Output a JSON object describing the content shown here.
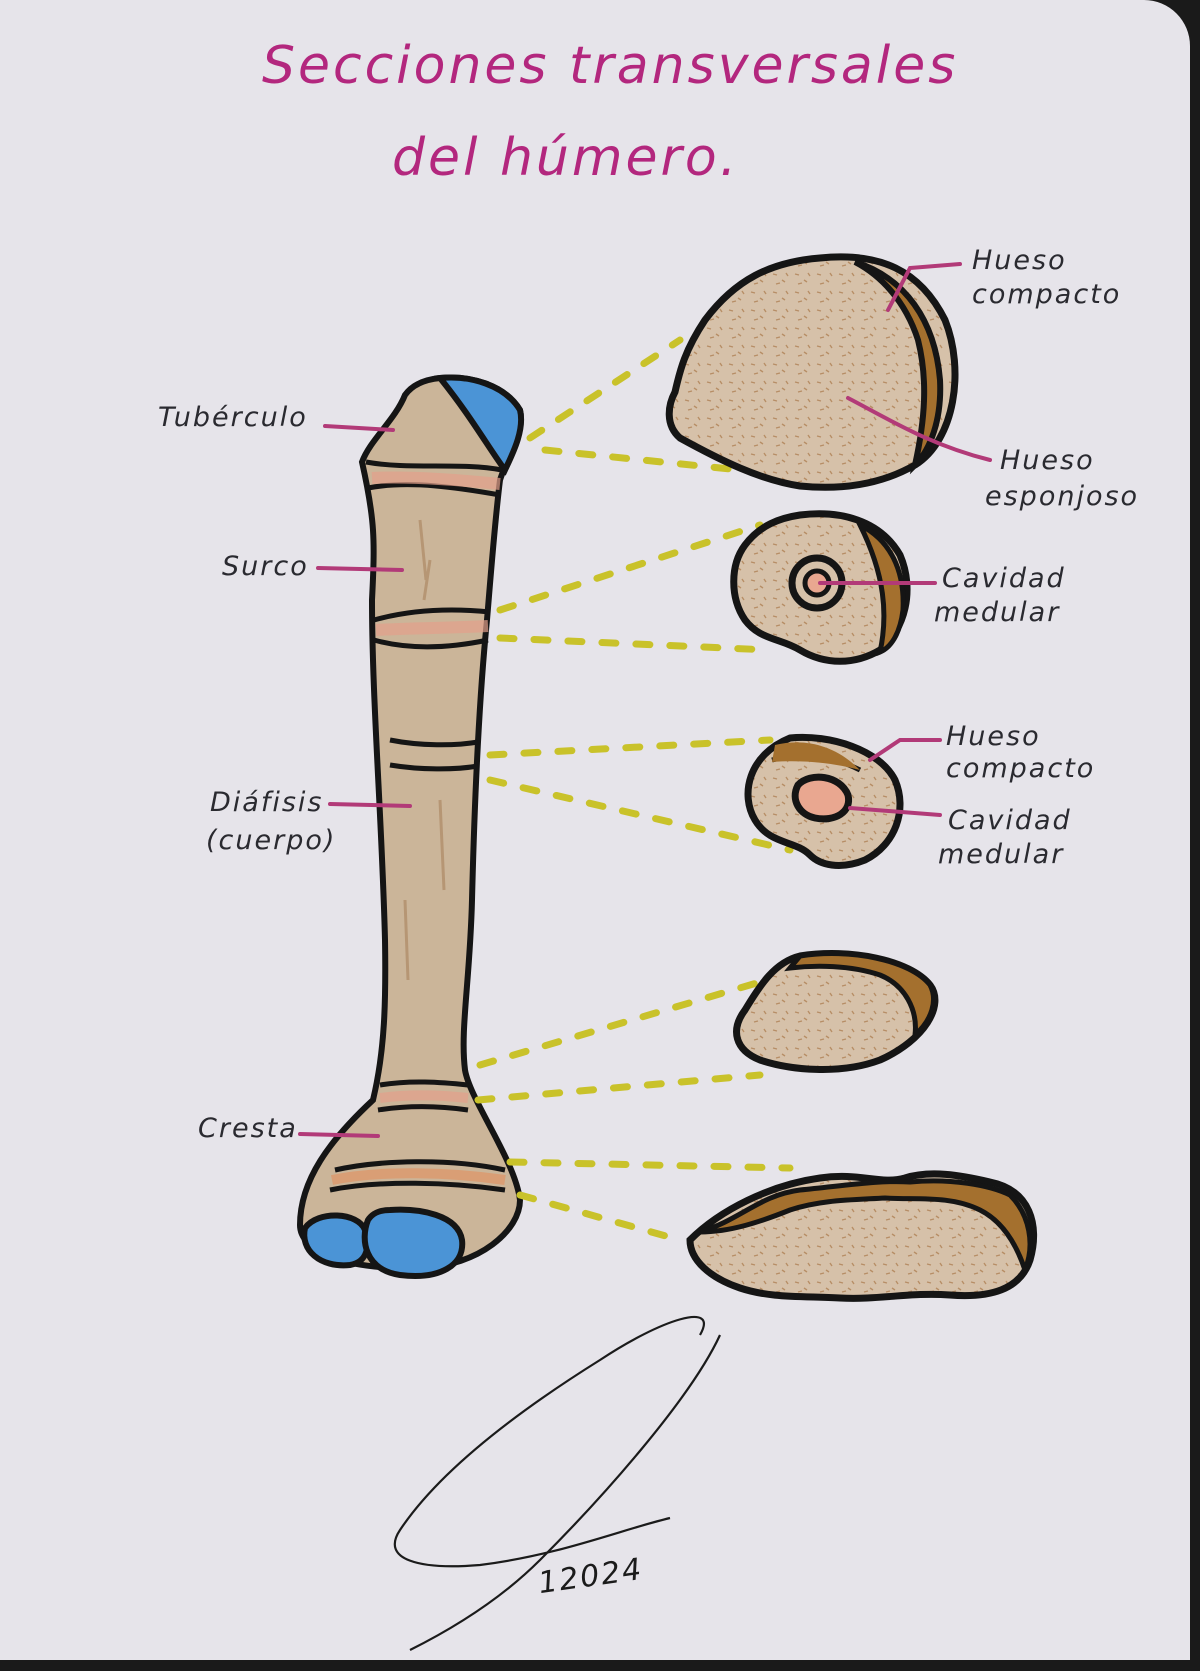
{
  "title": {
    "line1": "Secciones transversales",
    "line2": "del húmero."
  },
  "labels": {
    "tuberculo": "Tubérculo",
    "surco": "Surco",
    "diafisis_1": "Diáfisis",
    "diafisis_2": "(cuerpo)",
    "cresta": "Cresta",
    "hueso_compacto_1": "Hueso",
    "hueso_compacto_2": "compacto",
    "hueso_esponjoso_1": "Hueso",
    "hueso_esponjoso_2": "esponjoso",
    "cavidad_medular_1": "Cavidad",
    "cavidad_medular_2": "medular",
    "hueso_compacto_b1": "Hueso",
    "hueso_compacto_b2": "compacto",
    "cavidad_medular_b1": "Cavidad",
    "cavidad_medular_b2": "medular"
  },
  "signature": {
    "date": "12024"
  },
  "colors": {
    "title": "#b3277e",
    "bone_fill": "#d8c4ad",
    "cartilage_blue": "#4b94d6",
    "leader_lines": "#b23a78",
    "guide_dashes": "#c9c22a"
  }
}
